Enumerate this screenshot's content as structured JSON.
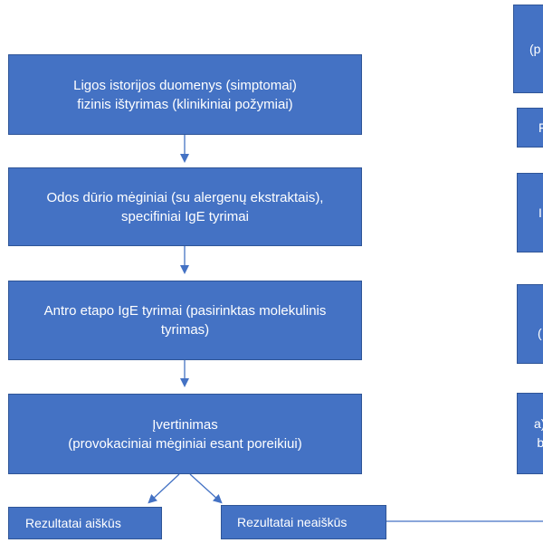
{
  "colors": {
    "box_fill": "#4472c4",
    "box_border": "#2f5597",
    "text": "#ffffff",
    "connector": "#4472c4"
  },
  "left_column": {
    "box1": {
      "line1": "Ligos istorijos duomenys (simptomai)",
      "line2": "fizinis ištyrimas (klinikiniai požymiai)"
    },
    "box2": {
      "line1": "Odos dūrio mėginiai (su alergenų ekstraktais),",
      "line2": "specifiniai IgE tyrimai"
    },
    "box3": {
      "line1": "Antro etapo IgE tyrimai (pasirinktas molekulinis",
      "line2": "tyrimas)"
    },
    "box4": {
      "line1": "Įvertinimas",
      "line2": "(provokaciniai mėginiai esant poreikiui)"
    },
    "result_clear": "Rezultatai aiškūs",
    "result_unclear": "Rezultatai neaiškūs"
  },
  "right_column": {
    "box1_fragment": "(p",
    "box2_fragment": "F",
    "box3_fragment": "I",
    "box4_fragment": "(",
    "box5_line1_fragment": "a)",
    "box5_line2_fragment": "b"
  }
}
